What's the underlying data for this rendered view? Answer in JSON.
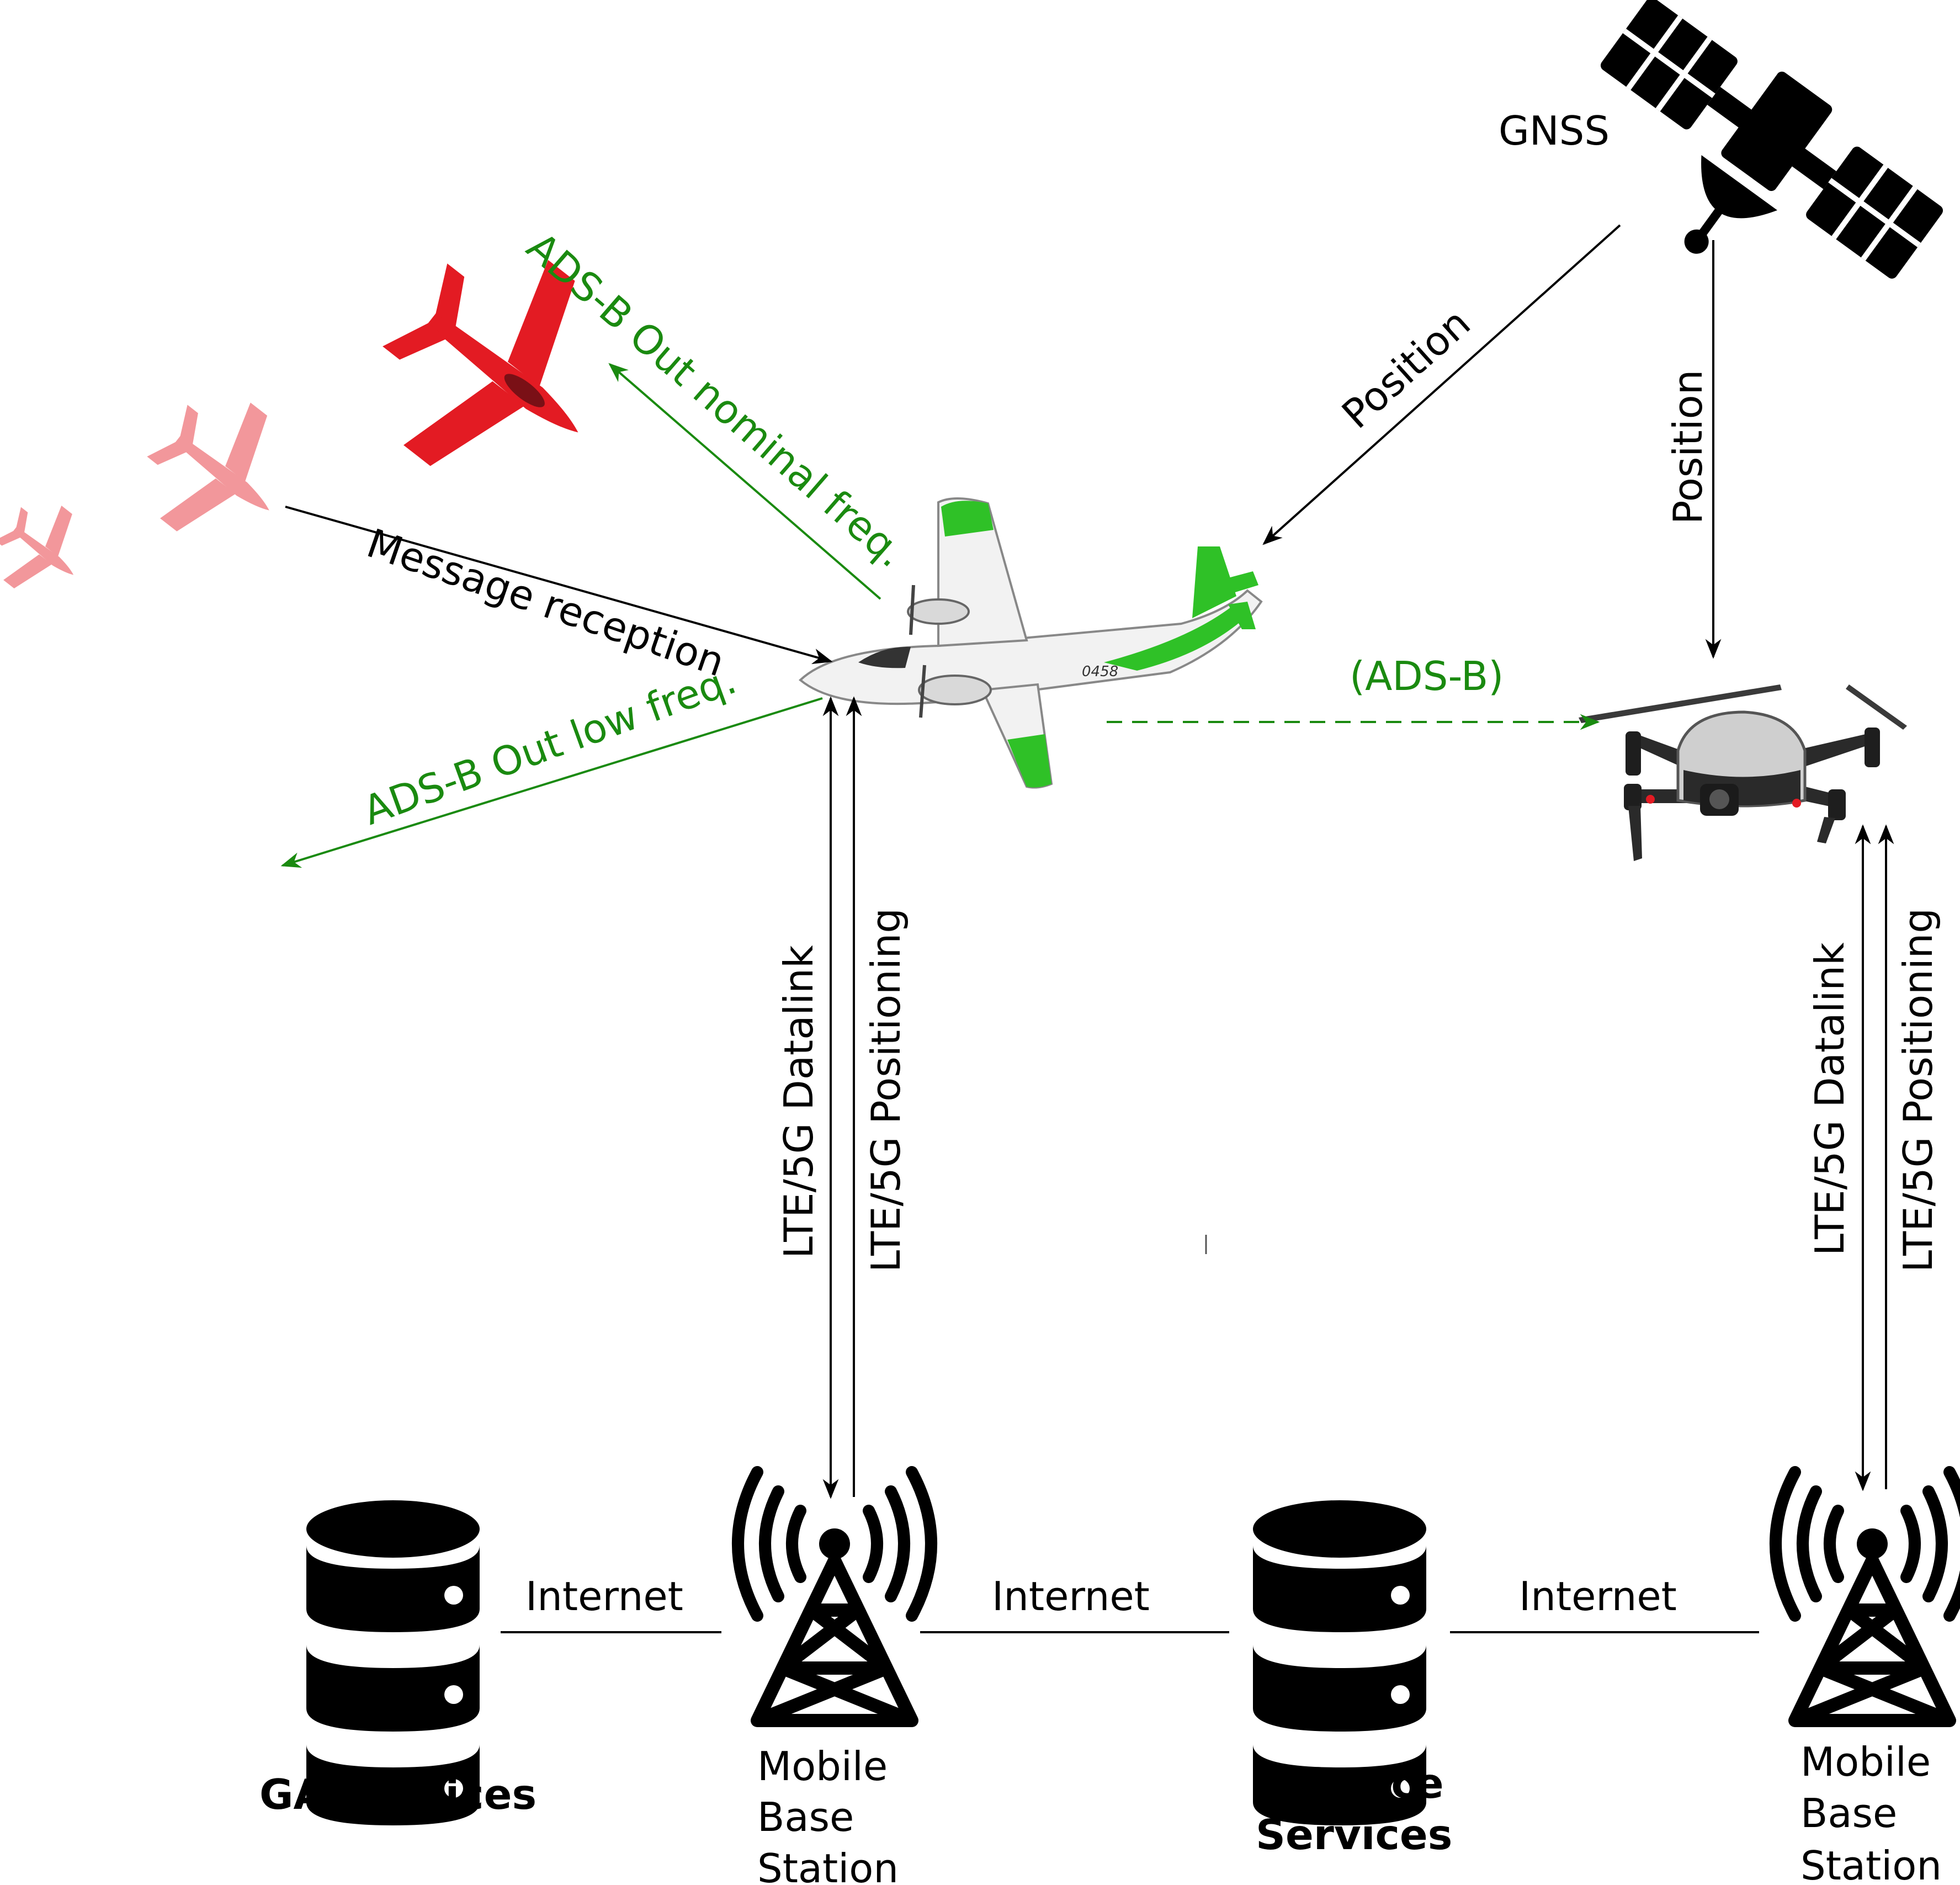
{
  "satellite": {
    "label": "GNSS"
  },
  "links": {
    "gnss_to_aircraft": "Position",
    "gnss_to_drone": "Position",
    "nominal_out": "ADS-B Out nominal freq.",
    "low_out": "ADS-B Out low freq.",
    "reception": "Message reception",
    "adsb_to_drone": "(ADS-B)",
    "aircraft_datalink": "LTE/5G Datalink",
    "aircraft_positioning": "LTE/5G Positioning",
    "drone_datalink": "LTE/5G Datalink",
    "drone_positioning": "LTE/5G Positioning",
    "internet_ga": "Internet",
    "internet_mid": "Internet",
    "internet_right": "Internet"
  },
  "nodes": {
    "ga_services": "GA Services",
    "base_station_left": [
      "Mobile",
      "Base",
      "Station"
    ],
    "uspace_services": [
      "U Space",
      "Services"
    ],
    "base_station_right": [
      "Mobile",
      "Base",
      "Station"
    ]
  },
  "aircraft": {
    "registration": "0458"
  },
  "colors": {
    "adsb": "#1a8a10",
    "ga_aircraft": "#e31b23",
    "ownship_accent": "#2fc127",
    "ink": "#000000"
  }
}
